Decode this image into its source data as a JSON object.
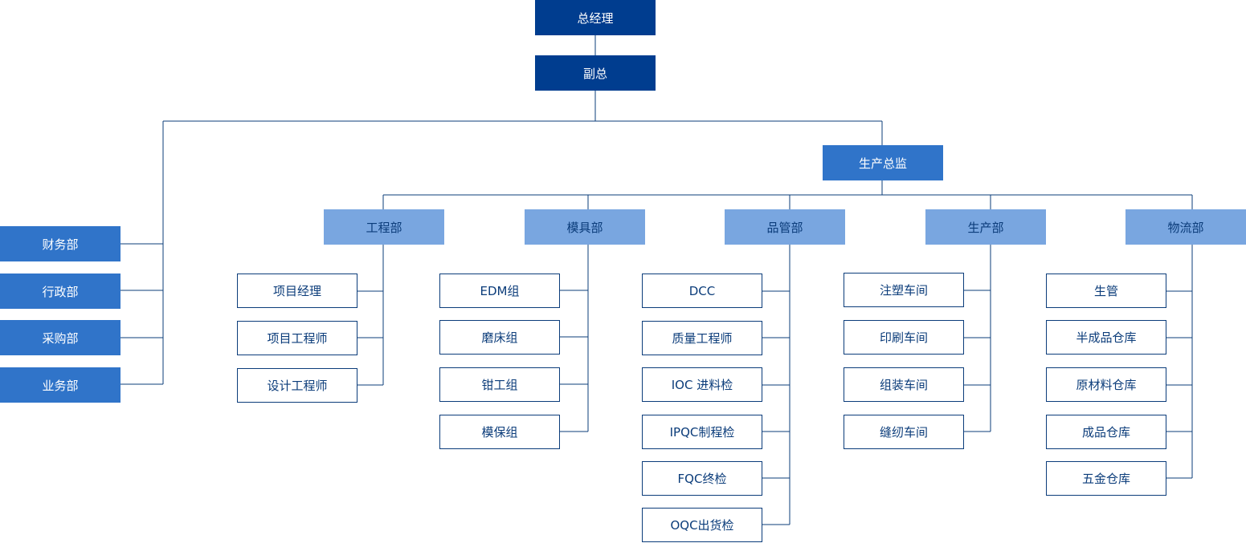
{
  "colors": {
    "dark": "#003d8f",
    "mid": "#3074c9",
    "light": "#79a6e0",
    "line": "#0b3c7a"
  },
  "top": {
    "gm": "总经理",
    "deputy": "副总",
    "prod_director": "生产总监"
  },
  "left_depts": [
    "财务部",
    "行政部",
    "采购部",
    "业务部"
  ],
  "prod_depts": [
    {
      "name": "工程部",
      "items": [
        "项目经理",
        "项目工程师",
        "设计工程师"
      ]
    },
    {
      "name": "模具部",
      "items": [
        "EDM组",
        "磨床组",
        "钳工组",
        "模保组"
      ]
    },
    {
      "name": "品管部",
      "items": [
        "DCC",
        "质量工程师",
        "IOC 进料检",
        "IPQC制程检",
        "FQC终检",
        "OQC出货检"
      ]
    },
    {
      "name": "生产部",
      "items": [
        "注塑车间",
        "印刷车间",
        "组装车间",
        "缝纫车间"
      ]
    },
    {
      "name": "物流部",
      "items": [
        "生管",
        "半成品仓库",
        "原材料仓库",
        "成品仓库",
        "五金仓库"
      ]
    }
  ]
}
